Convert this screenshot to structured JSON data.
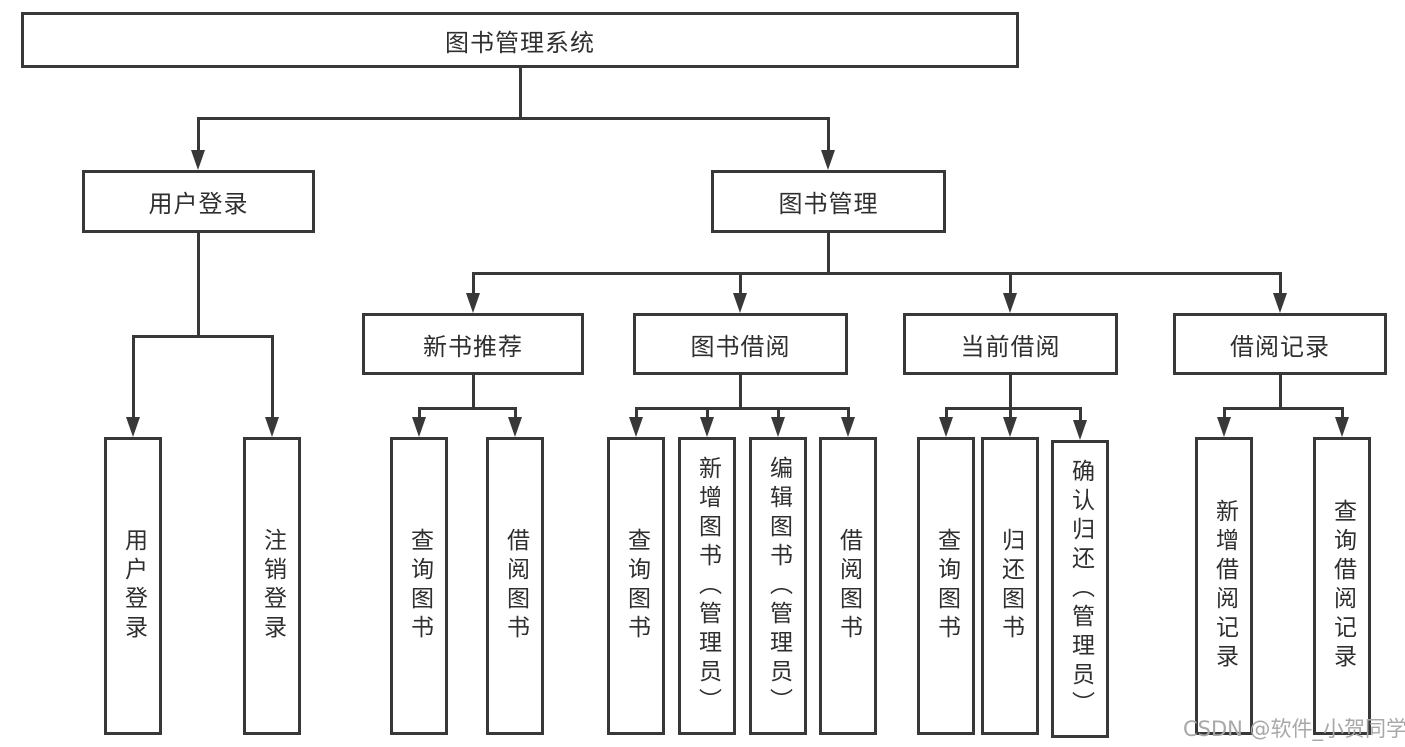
{
  "colors": {
    "line": "#383838",
    "text": "#2f2f2f",
    "background": "#ffffff",
    "watermark": "#a8a8a8"
  },
  "watermark": {
    "text": "CSDN @软件_小贺同学"
  },
  "nodes": {
    "root": {
      "label": "图书管理系统"
    },
    "level2": [
      {
        "id": "user-login",
        "label": "用户登录"
      },
      {
        "id": "book-management",
        "label": "图书管理"
      }
    ],
    "level3": [
      {
        "id": "new-book-recommend",
        "label": "新书推荐",
        "parent": "图书管理"
      },
      {
        "id": "book-borrow",
        "label": "图书借阅",
        "parent": "图书管理"
      },
      {
        "id": "current-borrow",
        "label": "当前借阅",
        "parent": "图书管理"
      },
      {
        "id": "borrow-record",
        "label": "借阅记录",
        "parent": "图书管理"
      }
    ],
    "leaves": [
      {
        "id": "user-login-action",
        "label": "用户登录",
        "parent": "用户登录"
      },
      {
        "id": "logout",
        "label": "注销登录",
        "parent": "用户登录"
      },
      {
        "id": "query-book-recommend",
        "label": "查询图书",
        "parent": "新书推荐"
      },
      {
        "id": "borrow-book-recommend",
        "label": "借阅图书",
        "parent": "新书推荐"
      },
      {
        "id": "query-book-borrow",
        "label": "查询图书",
        "parent": "图书借阅"
      },
      {
        "id": "add-book-admin",
        "label": "新增图书（管理员）",
        "parent": "图书借阅"
      },
      {
        "id": "edit-book-admin",
        "label": "编辑图书（管理员）",
        "parent": "图书借阅"
      },
      {
        "id": "borrow-book",
        "label": "借阅图书",
        "parent": "图书借阅"
      },
      {
        "id": "query-book-current",
        "label": "查询图书",
        "parent": "当前借阅"
      },
      {
        "id": "return-book",
        "label": "归还图书",
        "parent": "当前借阅"
      },
      {
        "id": "confirm-return-admin",
        "label": "确认归还（管理员）",
        "parent": "当前借阅"
      },
      {
        "id": "add-borrow-record",
        "label": "新增借阅记录",
        "parent": "借阅记录"
      },
      {
        "id": "query-borrow-record",
        "label": "查询借阅记录",
        "parent": "借阅记录"
      }
    ]
  }
}
